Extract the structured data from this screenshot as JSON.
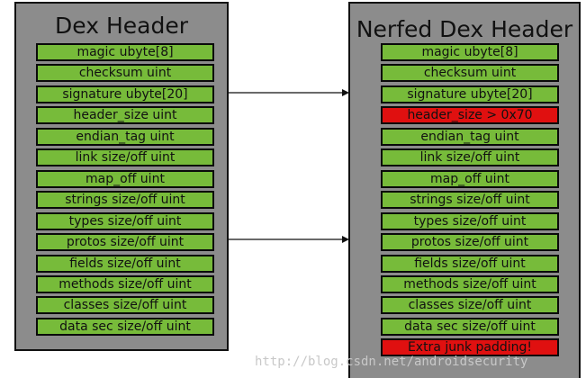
{
  "left": {
    "title": "Dex Header",
    "fields": [
      "magic ubyte[8]",
      "checksum uint",
      "signature ubyte[20]",
      "header_size uint",
      "endian_tag uint",
      "link size/off uint",
      "map_off uint",
      "strings size/off uint",
      "types size/off uint",
      "protos size/off uint",
      "fields size/off uint",
      "methods size/off uint",
      "classes size/off uint",
      "data sec size/off uint"
    ]
  },
  "right": {
    "title": "Nerfed Dex Header",
    "fields": [
      "magic ubyte[8]",
      "checksum uint",
      "signature ubyte[20]",
      "header_size > 0x70",
      "endian_tag uint",
      "link size/off uint",
      "map_off uint",
      "strings size/off uint",
      "types size/off uint",
      "protos size/off uint",
      "fields size/off uint",
      "methods size/off uint",
      "classes size/off uint",
      "data sec size/off uint",
      "Extra junk padding!"
    ],
    "highlighted": [
      3,
      14
    ]
  },
  "watermark": "http://blog.csdn.net/androidsecurity",
  "colors": {
    "field_fill": "#77bb3a",
    "highlight_fill": "#e01010",
    "panel_fill": "#8c8c8c"
  }
}
